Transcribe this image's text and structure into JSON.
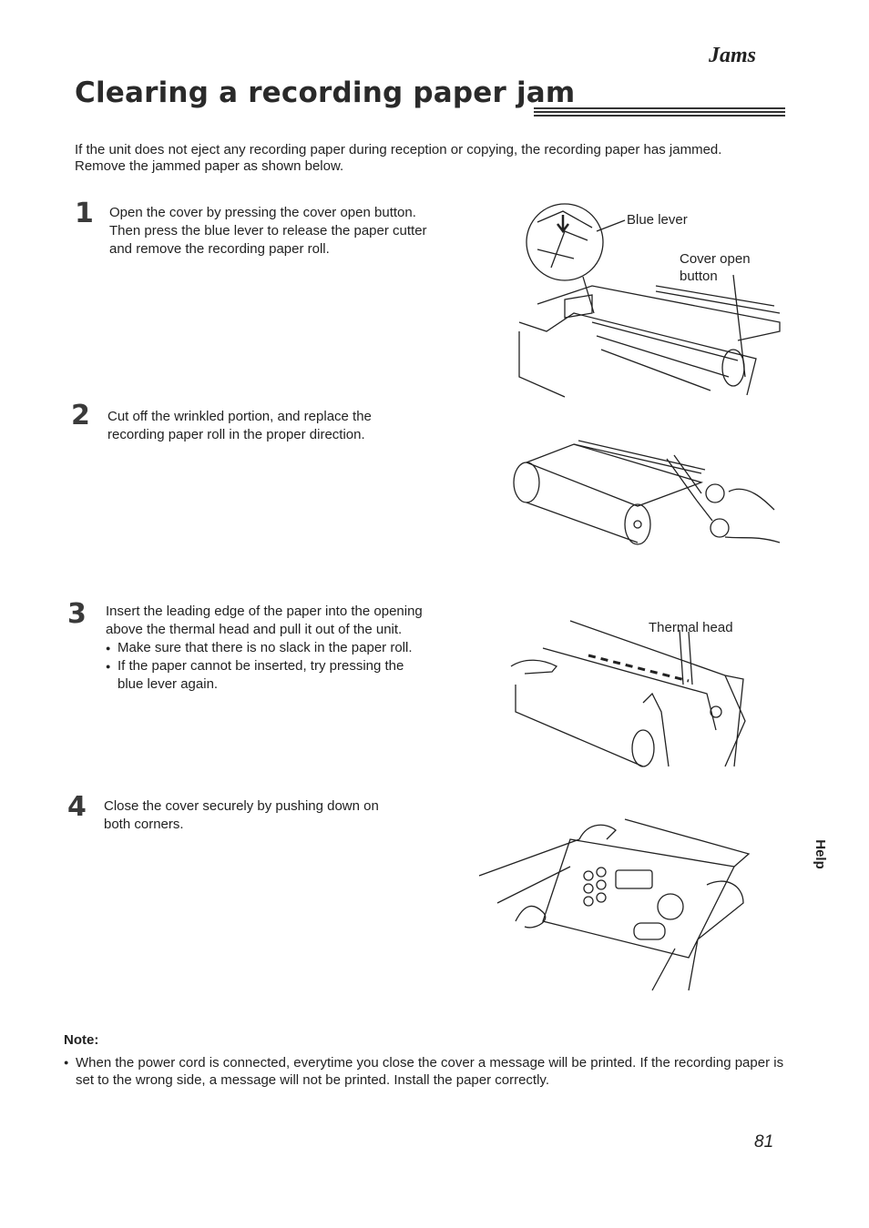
{
  "header": {
    "section": "Jams",
    "title": "Clearing a recording paper jam"
  },
  "intro": "If the unit does not eject any recording paper during reception or copying, the recording paper has jammed. Remove the jammed paper as shown below.",
  "steps": [
    {
      "number": "1",
      "text": "Open the cover by pressing the cover open button. Then press the blue lever to release the paper cutter and remove the recording paper roll.",
      "labels": [
        "Blue lever",
        "Cover open",
        "button"
      ]
    },
    {
      "number": "2",
      "text": "Cut off the wrinkled portion, and replace the recording paper roll in the proper direction."
    },
    {
      "number": "3",
      "text": "Insert the leading edge of the paper into the opening above the thermal head and pull it out of the unit.",
      "bullets": [
        "Make sure that there is no slack in the paper roll.",
        "If the paper cannot be inserted, try pressing the blue lever again."
      ],
      "labels": [
        "Thermal head"
      ]
    },
    {
      "number": "4",
      "text": "Close the cover securely by pushing down on both corners."
    }
  ],
  "note": {
    "heading": "Note:",
    "text": "When the power cord is connected, everytime you close the cover a message will be printed. If the recording paper is set to the wrong side, a message will not be printed. Install the paper correctly."
  },
  "side_tab": "Help",
  "page_number": "81"
}
